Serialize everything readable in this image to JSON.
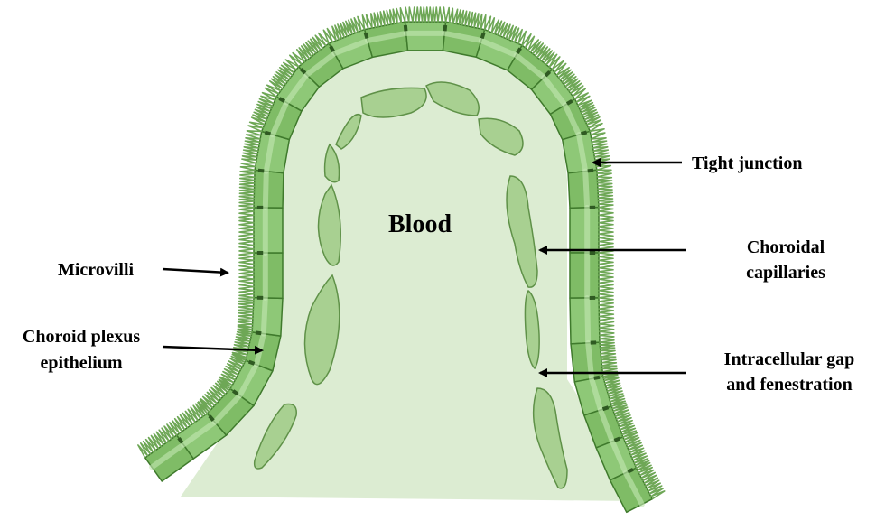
{
  "labels": {
    "blood": "Blood",
    "tight_junction": "Tight junction",
    "choroidal_1": "Choroidal",
    "choroidal_2": "capillaries",
    "microvilli": "Microvilli",
    "choroid_plexus_1": "Choroid plexus",
    "choroid_plexus_2": "epithelium",
    "intracellular_1": "Intracellular gap",
    "intracellular_2": "and fenestration"
  },
  "colors": {
    "blood_fill": "#dcecd2",
    "cell_light": "#9fd18a",
    "cell_dark": "#5c9a44",
    "cell_stroke": "#3f7a2c",
    "capillary_fill": "#a8d091",
    "capillary_stroke": "#5f9148",
    "junction": "#2f5a22",
    "arrow": "#000000"
  }
}
